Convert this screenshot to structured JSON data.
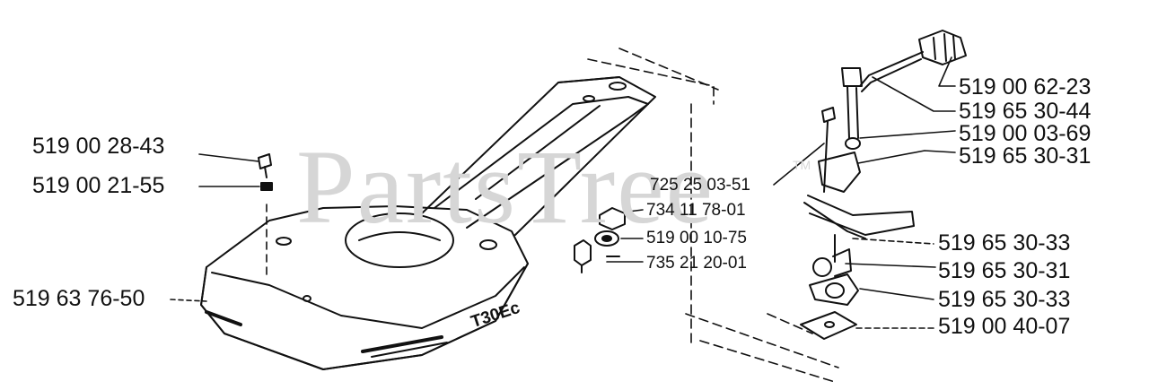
{
  "watermark": {
    "text": "PartsTree",
    "mark": "TM"
  },
  "model_badge": "T30Ec",
  "labels": {
    "p519_00_28_43": "519 00 28-43",
    "p519_00_21_55": "519 00 21-55",
    "p519_63_76_50": "519 63 76-50",
    "p725_25_03_51": "725 25 03-51",
    "p734_11_78_01": "734 11 78-01",
    "p519_00_10_75": "519 00 10-75",
    "p735_21_20_01": "735 21 20-01",
    "p519_00_62_23": "519 00 62-23",
    "p519_65_30_44": "519 65 30-44",
    "p519_00_03_69": "519 00 03-69",
    "p519_65_30_31_top": "519 65 30-31",
    "p519_65_30_33_a": "519 65 30-33",
    "p519_65_30_31_b": "519 65 30-31",
    "p519_65_30_33_b": "519 65 30-33",
    "p519_00_40_07": "519 00 40-07"
  },
  "colors": {
    "line": "#111111",
    "watermark": "#d6d6d6",
    "background": "#ffffff"
  }
}
